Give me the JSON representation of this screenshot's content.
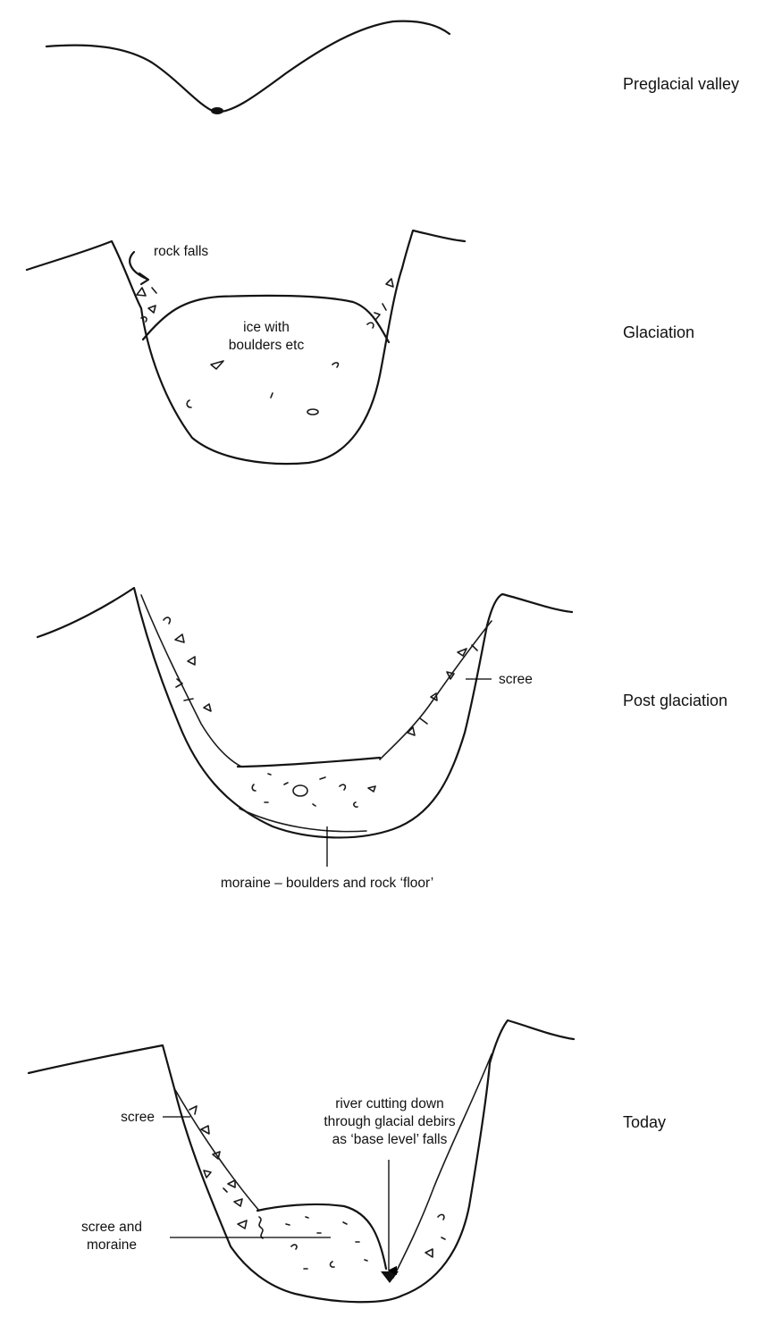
{
  "stages": [
    {
      "title": "Preglacial valley"
    },
    {
      "title": "Glaciation"
    },
    {
      "title": "Post glaciation"
    },
    {
      "title": "Today"
    }
  ],
  "labels": {
    "rock_falls": "rock falls",
    "ice_line1": "ice with",
    "ice_line2": "boulders etc",
    "scree_post": "scree",
    "moraine_post": "moraine – boulders and rock ‘floor’",
    "scree_today": "scree",
    "river_line1": "river cutting down",
    "river_line2": "through glacial debirs",
    "river_line3": "as ‘base level’ falls",
    "scree_moraine_line1": "scree and",
    "scree_moraine_line2": "moraine"
  }
}
